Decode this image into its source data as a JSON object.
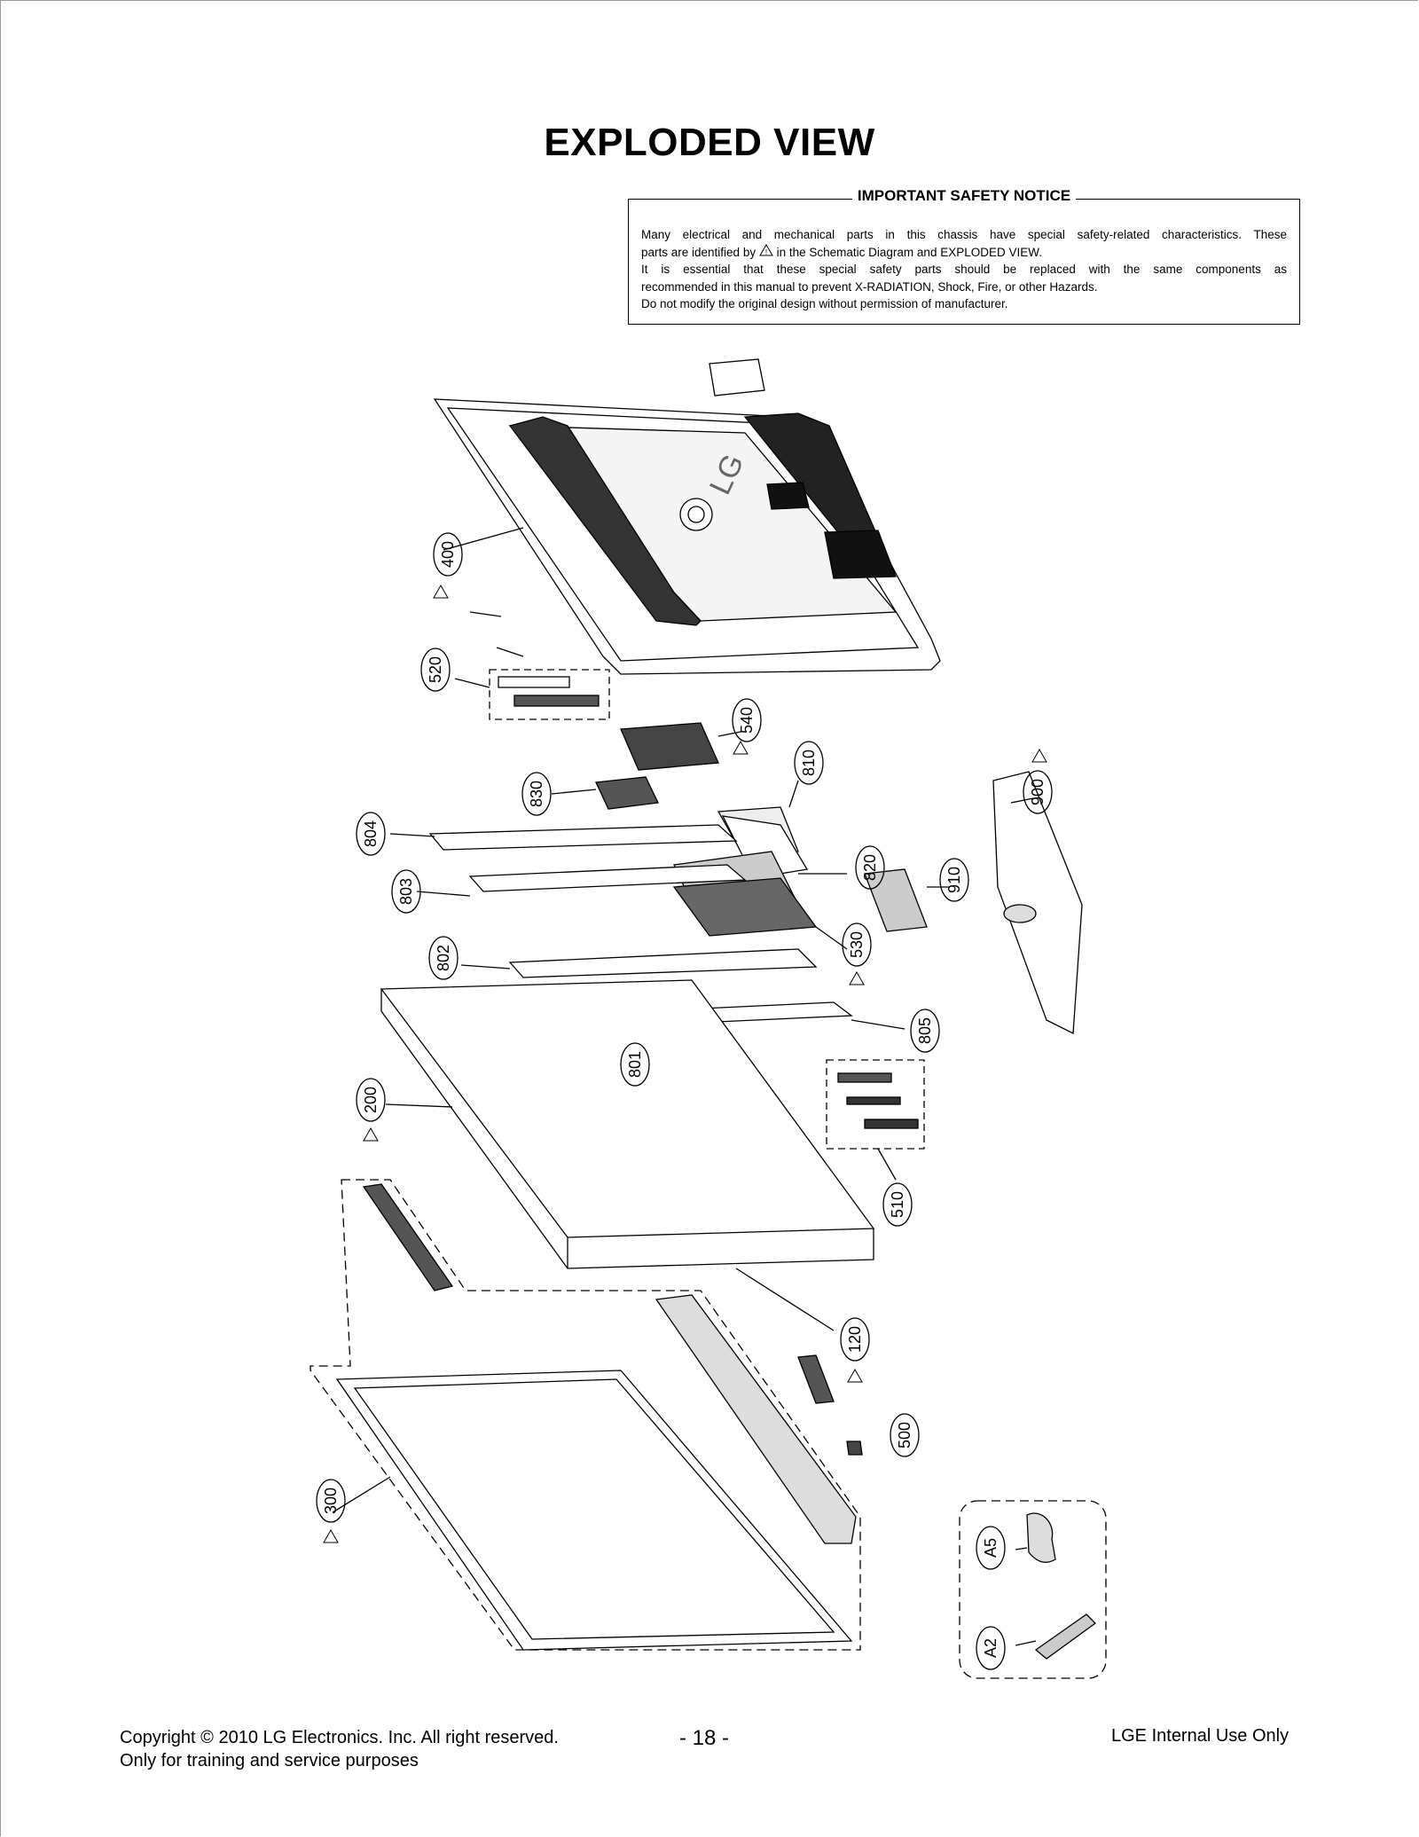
{
  "title": "EXPLODED VIEW",
  "notice": {
    "heading": "IMPORTANT SAFETY NOTICE",
    "line1": "Many electrical and mechanical parts in this chassis have special safety-related characteristics. These",
    "line2a": "parts are identified by",
    "line2b": "in the Schematic Diagram and EXPLODED VIEW.",
    "line3": "It is essential that these special safety parts should be replaced with the same components as",
    "line4": "recommended in this manual to prevent X-RADIATION, Shock, Fire, or other Hazards.",
    "line5": "Do not modify the original design without permission of manufacturer."
  },
  "parts": {
    "p400": "400",
    "p520": "520",
    "p540": "540",
    "p830": "830",
    "p810": "810",
    "p804": "804",
    "p803": "803",
    "p820": "820",
    "p910": "910",
    "p900": "900",
    "p802": "802",
    "p530": "530",
    "p805": "805",
    "p801": "801",
    "p200": "200",
    "p510": "510",
    "p120": "120",
    "p500": "500",
    "p300": "300",
    "pA5": "A5",
    "pA2": "A2"
  },
  "back_cover_logo": "LG",
  "footer": {
    "copyright": "Copyright © 2010 LG Electronics. Inc. All right reserved.",
    "purpose": "Only for training and service purposes",
    "page_number": "- 18 -",
    "usage": "LGE Internal Use Only"
  }
}
